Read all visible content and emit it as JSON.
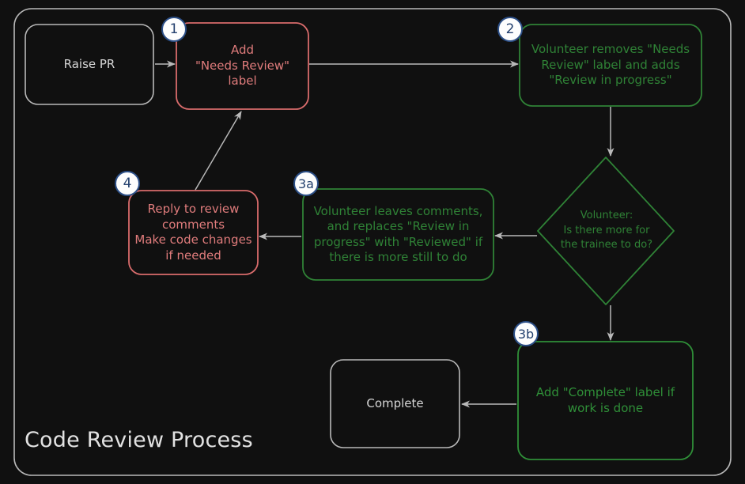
{
  "diagram": {
    "title": "Code Review Process",
    "frame": {
      "border_color": "#b9b9b9",
      "background": "#101010"
    },
    "colors": {
      "neutral": "#b9b9b9",
      "red": "#e07c7c",
      "green": "#2f8236",
      "green_bright": "#2f8f38",
      "badge_fill": "#fdfdfd",
      "badge_border": "#2c4f87",
      "badge_text": "#23406e",
      "arrow": "#b9b9b9"
    },
    "nodes": [
      {
        "id": "raise-pr",
        "label": "Raise PR",
        "shape": "rounded-rect",
        "style": "neutral",
        "badge": null
      },
      {
        "id": "add-label",
        "label": "Add\n\"Needs Review\"\nlabel",
        "shape": "rounded-rect",
        "style": "red",
        "badge": "1"
      },
      {
        "id": "volunteer-review",
        "label": "Volunteer removes \"Needs\nReview\" label and adds\n\"Review in progress\"",
        "shape": "rounded-rect",
        "style": "green",
        "badge": "2"
      },
      {
        "id": "decision",
        "label": "Volunteer:\nIs there more for\nthe trainee to do?",
        "shape": "diamond",
        "style": "green",
        "badge": null
      },
      {
        "id": "leave-comments",
        "label": "Volunteer leaves comments,\nand replaces \"Review in\nprogress\" with \"Reviewed\" if\nthere is more still to do",
        "shape": "rounded-rect",
        "style": "green",
        "badge": "3a"
      },
      {
        "id": "reply-comments",
        "label": "Reply to review\ncomments\nMake code changes\nif needed",
        "shape": "rounded-rect",
        "style": "red",
        "badge": "4"
      },
      {
        "id": "add-complete",
        "label": "Add \"Complete\" label if\nwork is done",
        "shape": "rounded-rect",
        "style": "green-bright",
        "badge": "3b"
      },
      {
        "id": "complete",
        "label": "Complete",
        "shape": "rounded-rect",
        "style": "neutral",
        "badge": null
      }
    ],
    "edges": [
      {
        "from": "raise-pr",
        "to": "add-label"
      },
      {
        "from": "add-label",
        "to": "volunteer-review"
      },
      {
        "from": "volunteer-review",
        "to": "decision"
      },
      {
        "from": "decision",
        "to": "leave-comments"
      },
      {
        "from": "leave-comments",
        "to": "reply-comments"
      },
      {
        "from": "reply-comments",
        "to": "add-label"
      },
      {
        "from": "decision",
        "to": "add-complete"
      },
      {
        "from": "add-complete",
        "to": "complete"
      }
    ],
    "badges": {
      "b1": "1",
      "b2": "2",
      "b3a": "3a",
      "b4": "4",
      "b3b": "3b"
    }
  }
}
